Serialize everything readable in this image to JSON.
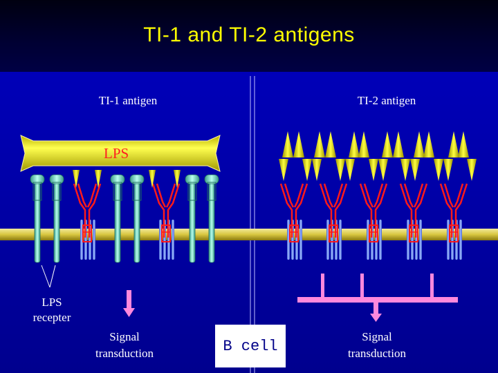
{
  "title": "TI-1   and  TI-2   antigens",
  "left_panel": {
    "heading": "TI-1 antigen",
    "lps_label": "LPS",
    "receptor_label_line1": "LPS",
    "receptor_label_line2": "recepter",
    "signal_line1": "Signal",
    "signal_line2": "transduction"
  },
  "right_panel": {
    "heading": "TI-2 antigen",
    "signal_line1": "Signal",
    "signal_line2": "transduction"
  },
  "cell_label": "B cell",
  "colors": {
    "title": "#ffff00",
    "membrane": "#d8c640",
    "antibody": "#ff1a1a",
    "receptor": "#7fe0c8",
    "arrow": "#ff88dd",
    "antigen_spike": "#ffee00"
  }
}
